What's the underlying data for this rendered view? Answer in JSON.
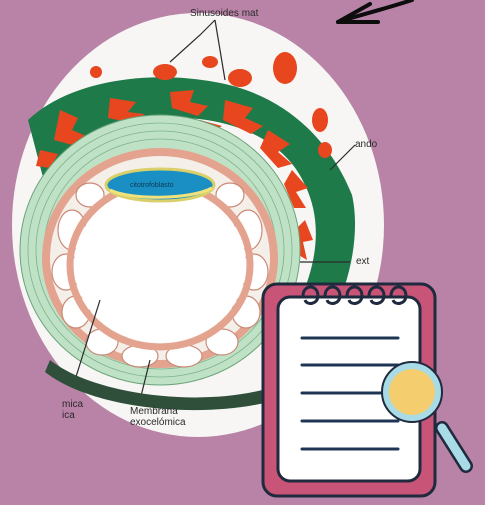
{
  "labels": {
    "sinusoides": "Sinusoides mat",
    "ando": "ando",
    "ext": "ext",
    "mica_line1": "mica",
    "mica_line2": "ica",
    "membrana_line1": "Membrana",
    "membrana_line2": "exocelómica",
    "cito": "citotrofoblasto"
  },
  "colors": {
    "background": "#b883a6",
    "oval": "#f7f6f4",
    "trophoblast_green": "#1f7a4a",
    "light_green": "#bfe2c6",
    "lacunae_red": "#e8461e",
    "mesoderm_pink": "#e3a38e",
    "amnion_blue": "#1a8fc4",
    "clipboard_frame": "#c85478",
    "note_paper": "#ffffff",
    "note_lines": "#1f3554",
    "magnifier_lens": "#f4cd6e",
    "magnifier_handle": "#a8dbe6"
  },
  "icons": {
    "arrow": "hand-drawn-arrow-icon",
    "clipboard": "clipboard-notes-icon",
    "magnifier": "magnifying-glass-icon"
  }
}
